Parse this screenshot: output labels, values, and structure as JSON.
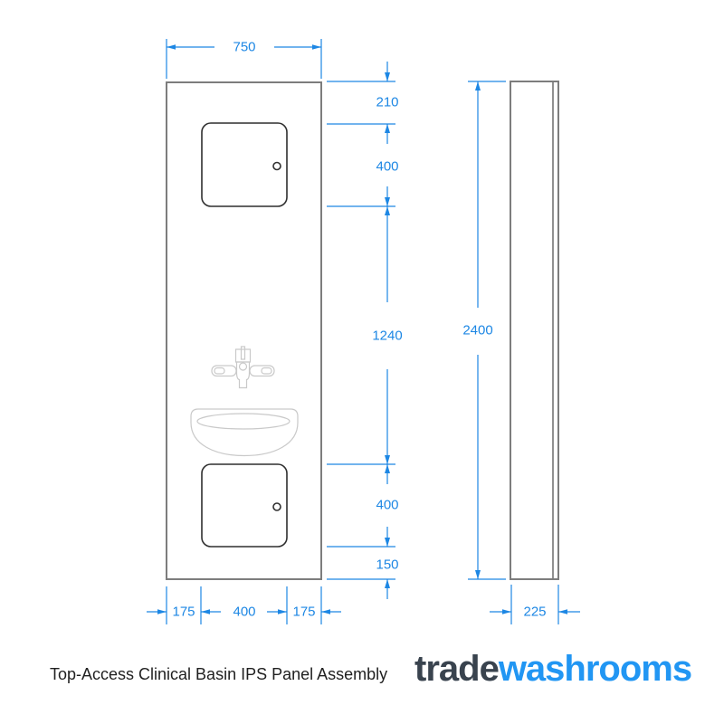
{
  "drawing": {
    "title": "Top-Access Clinical Basin IPS Panel Assembly",
    "type": "technical-dimension-drawing",
    "views": [
      "front-elevation",
      "side-elevation"
    ]
  },
  "dimensions_mm": {
    "front_width": "750",
    "top_to_upper_door": "210",
    "upper_door_height": "400",
    "middle_span": "1240",
    "lower_door_height": "400",
    "bottom_margin": "150",
    "total_height": "2400",
    "bottom_left_margin": "175",
    "door_width": "400",
    "bottom_right_margin": "175",
    "depth": "225"
  },
  "footer": {
    "title": "Top-Access Clinical Basin IPS Panel Assembly",
    "logo_trade": "trade",
    "logo_washrooms": "washrooms"
  },
  "colors": {
    "dimension_blue": "#1d87e4",
    "panel_outline_gray": "#7d7d7d",
    "door_outline_dark": "#2f2f2f",
    "fixture_light_gray": "#c9c9c9",
    "logo_dark": "#39434e",
    "logo_blue": "#2196f3",
    "background": "#ffffff"
  }
}
